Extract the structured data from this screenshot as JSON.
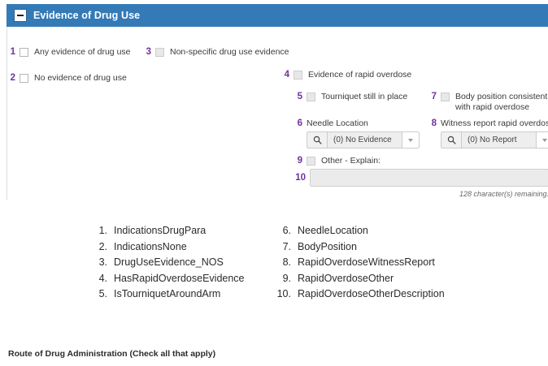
{
  "panel": {
    "title": "Evidence of Drug Use",
    "collapse_icon": "minus-icon",
    "accent_color": "#337ab7",
    "number_color": "#7030A0"
  },
  "fields": {
    "f1": {
      "num": "1",
      "label": "Any evidence of drug use",
      "type": "checkbox",
      "disabled": false
    },
    "f2": {
      "num": "2",
      "label": "No evidence of drug use",
      "type": "checkbox",
      "disabled": false
    },
    "f3": {
      "num": "3",
      "label": "Non-specific drug use evidence",
      "type": "checkbox",
      "disabled": true
    },
    "f4": {
      "num": "4",
      "label": "Evidence of rapid overdose",
      "type": "checkbox",
      "disabled": true
    },
    "f5": {
      "num": "5",
      "label": "Tourniquet still in place",
      "type": "checkbox",
      "disabled": true
    },
    "f6": {
      "num": "6",
      "label": "Needle Location",
      "type": "lookup",
      "value": "(0) No Evidence",
      "search_icon": "search-icon",
      "caret_icon": "caret-down-icon"
    },
    "f7": {
      "num": "7",
      "label": "Body position consistent with rapid overdose",
      "type": "checkbox",
      "disabled": true
    },
    "f8": {
      "num": "8",
      "label": "Witness report rapid overdose",
      "type": "lookup",
      "value": "(0) No Report",
      "search_icon": "search-icon",
      "caret_icon": "caret-down-icon"
    },
    "f9": {
      "num": "9",
      "label": "Other - Explain:",
      "type": "checkbox",
      "disabled": true
    },
    "f10": {
      "num": "10",
      "type": "textarea",
      "value": "",
      "counter": "128 character(s) remaining."
    }
  },
  "legend": {
    "left": [
      {
        "idx": "1.",
        "name": "IndicationsDrugPara"
      },
      {
        "idx": "2.",
        "name": "IndicationsNone"
      },
      {
        "idx": "3.",
        "name": "DrugUseEvidence_NOS"
      },
      {
        "idx": "4.",
        "name": "HasRapidOverdoseEvidence"
      },
      {
        "idx": "5.",
        "name": "IsTourniquetAroundArm"
      }
    ],
    "right": [
      {
        "idx": "6.",
        "name": "NeedleLocation"
      },
      {
        "idx": "7.",
        "name": "BodyPosition"
      },
      {
        "idx": "8.",
        "name": "RapidOverdoseWitnessReport"
      },
      {
        "idx": "9.",
        "name": "RapidOverdoseOther"
      },
      {
        "idx": "10.",
        "name": "RapidOverdoseOtherDescription"
      }
    ]
  },
  "footer": {
    "text": "Route of Drug Administration (Check all that apply)"
  }
}
